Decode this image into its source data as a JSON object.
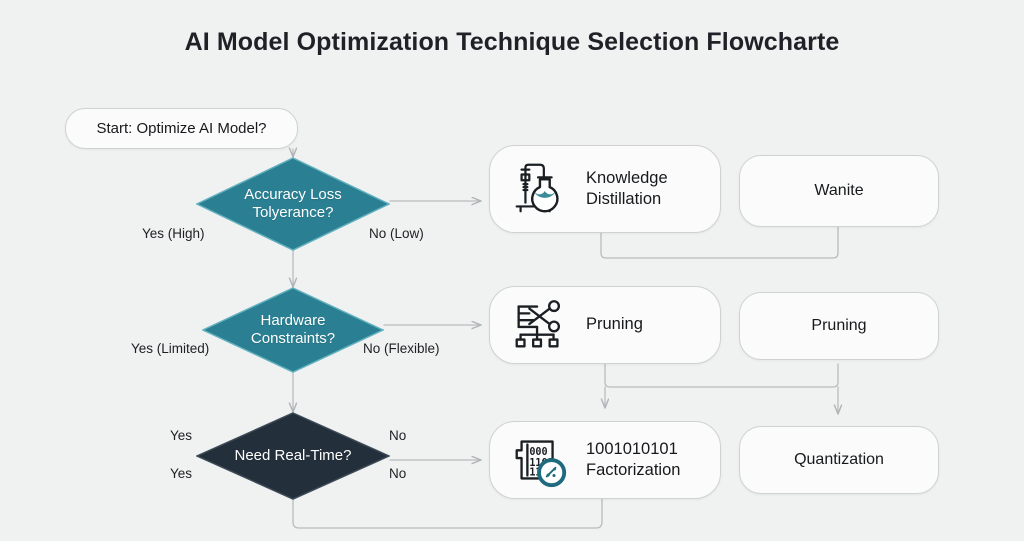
{
  "page": {
    "title": "AI Model Optimization Technique Selection Flowcharte",
    "background_color": "#f0f1f1",
    "accent_teal": "#2a7f93",
    "accent_dark": "#23303c",
    "edge_color": "#b8bcbe"
  },
  "flow": {
    "start": {
      "label": "Start: Optimize AI Model?"
    },
    "decisions": [
      {
        "id": "accuracy-loss-tolerance",
        "label": "Accuracy Loss\nTolyerance?",
        "color": "#2a7f93",
        "yes_label": "Yes (High)",
        "no_label": "No (Low)"
      },
      {
        "id": "hardware-constraints",
        "label": "Hardware\nConstraints?",
        "color": "#2a7f93",
        "yes_label": "Yes (Limited)",
        "no_label": "No (Flexible)"
      },
      {
        "id": "need-real-time",
        "label": "Need Real-Time?",
        "color": "#23303c",
        "yes_label": "Yes",
        "yes_label_2": "Yes",
        "no_label": "No",
        "no_label_2": "No"
      }
    ],
    "cards": [
      {
        "id": "knowledge-distillation",
        "label": "Knowledge\nDistillation",
        "icon": "distillation-flask-icon"
      },
      {
        "id": "pruning",
        "label": "Pruning",
        "icon": "scissors-network-icon"
      },
      {
        "id": "factorization",
        "label": "1001010101\nFactorization",
        "icon": "binary-gauge-icon"
      }
    ],
    "outcomes": [
      {
        "id": "wanite",
        "label": "Wanite"
      },
      {
        "id": "pruning-secondary",
        "label": "Pruning"
      },
      {
        "id": "quantization",
        "label": "Quantization"
      }
    ]
  }
}
